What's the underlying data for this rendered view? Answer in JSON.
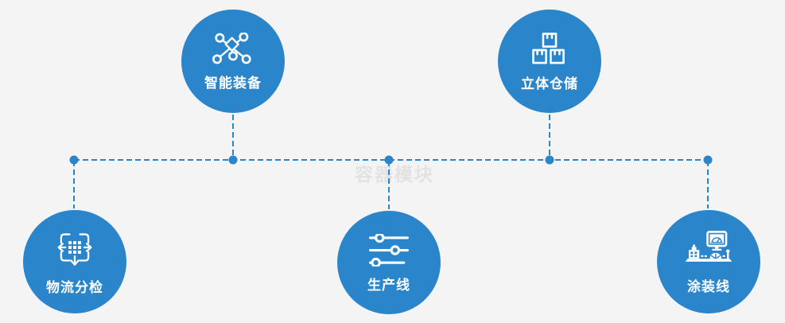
{
  "diagram": {
    "watermark": "容器模块",
    "colors": {
      "accent": "#2a85cb",
      "background": "#f4f4f5",
      "icon": "#ffffff",
      "watermark": "#e2e2e3"
    },
    "nodes": [
      {
        "label": "智能装备",
        "icon": "network-nodes-icon",
        "position": "top-left"
      },
      {
        "label": "立体仓储",
        "icon": "stacked-boxes-icon",
        "position": "top-right"
      },
      {
        "label": "物流分检",
        "icon": "dispatch-arrows-icon",
        "position": "bottom-left"
      },
      {
        "label": "生产线",
        "icon": "sliders-icon",
        "position": "bottom-center"
      },
      {
        "label": "涂装线",
        "icon": "machine-monitor-icon",
        "position": "bottom-right"
      }
    ]
  }
}
